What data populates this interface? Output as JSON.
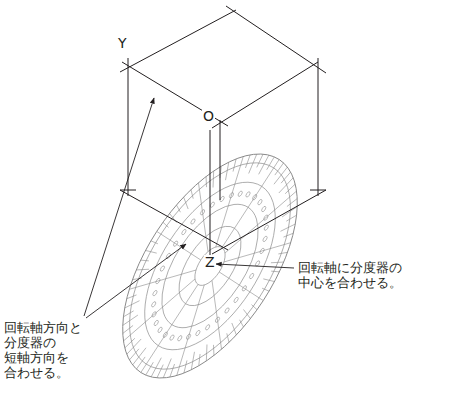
{
  "diagram": {
    "labels": [
      "Y",
      "O",
      "Z",
      "回転軸に分度器の 中心を合わせる。",
      "回転軸方向と 分度器の 短軸方向を 合わせる。"
    ]
  }
}
